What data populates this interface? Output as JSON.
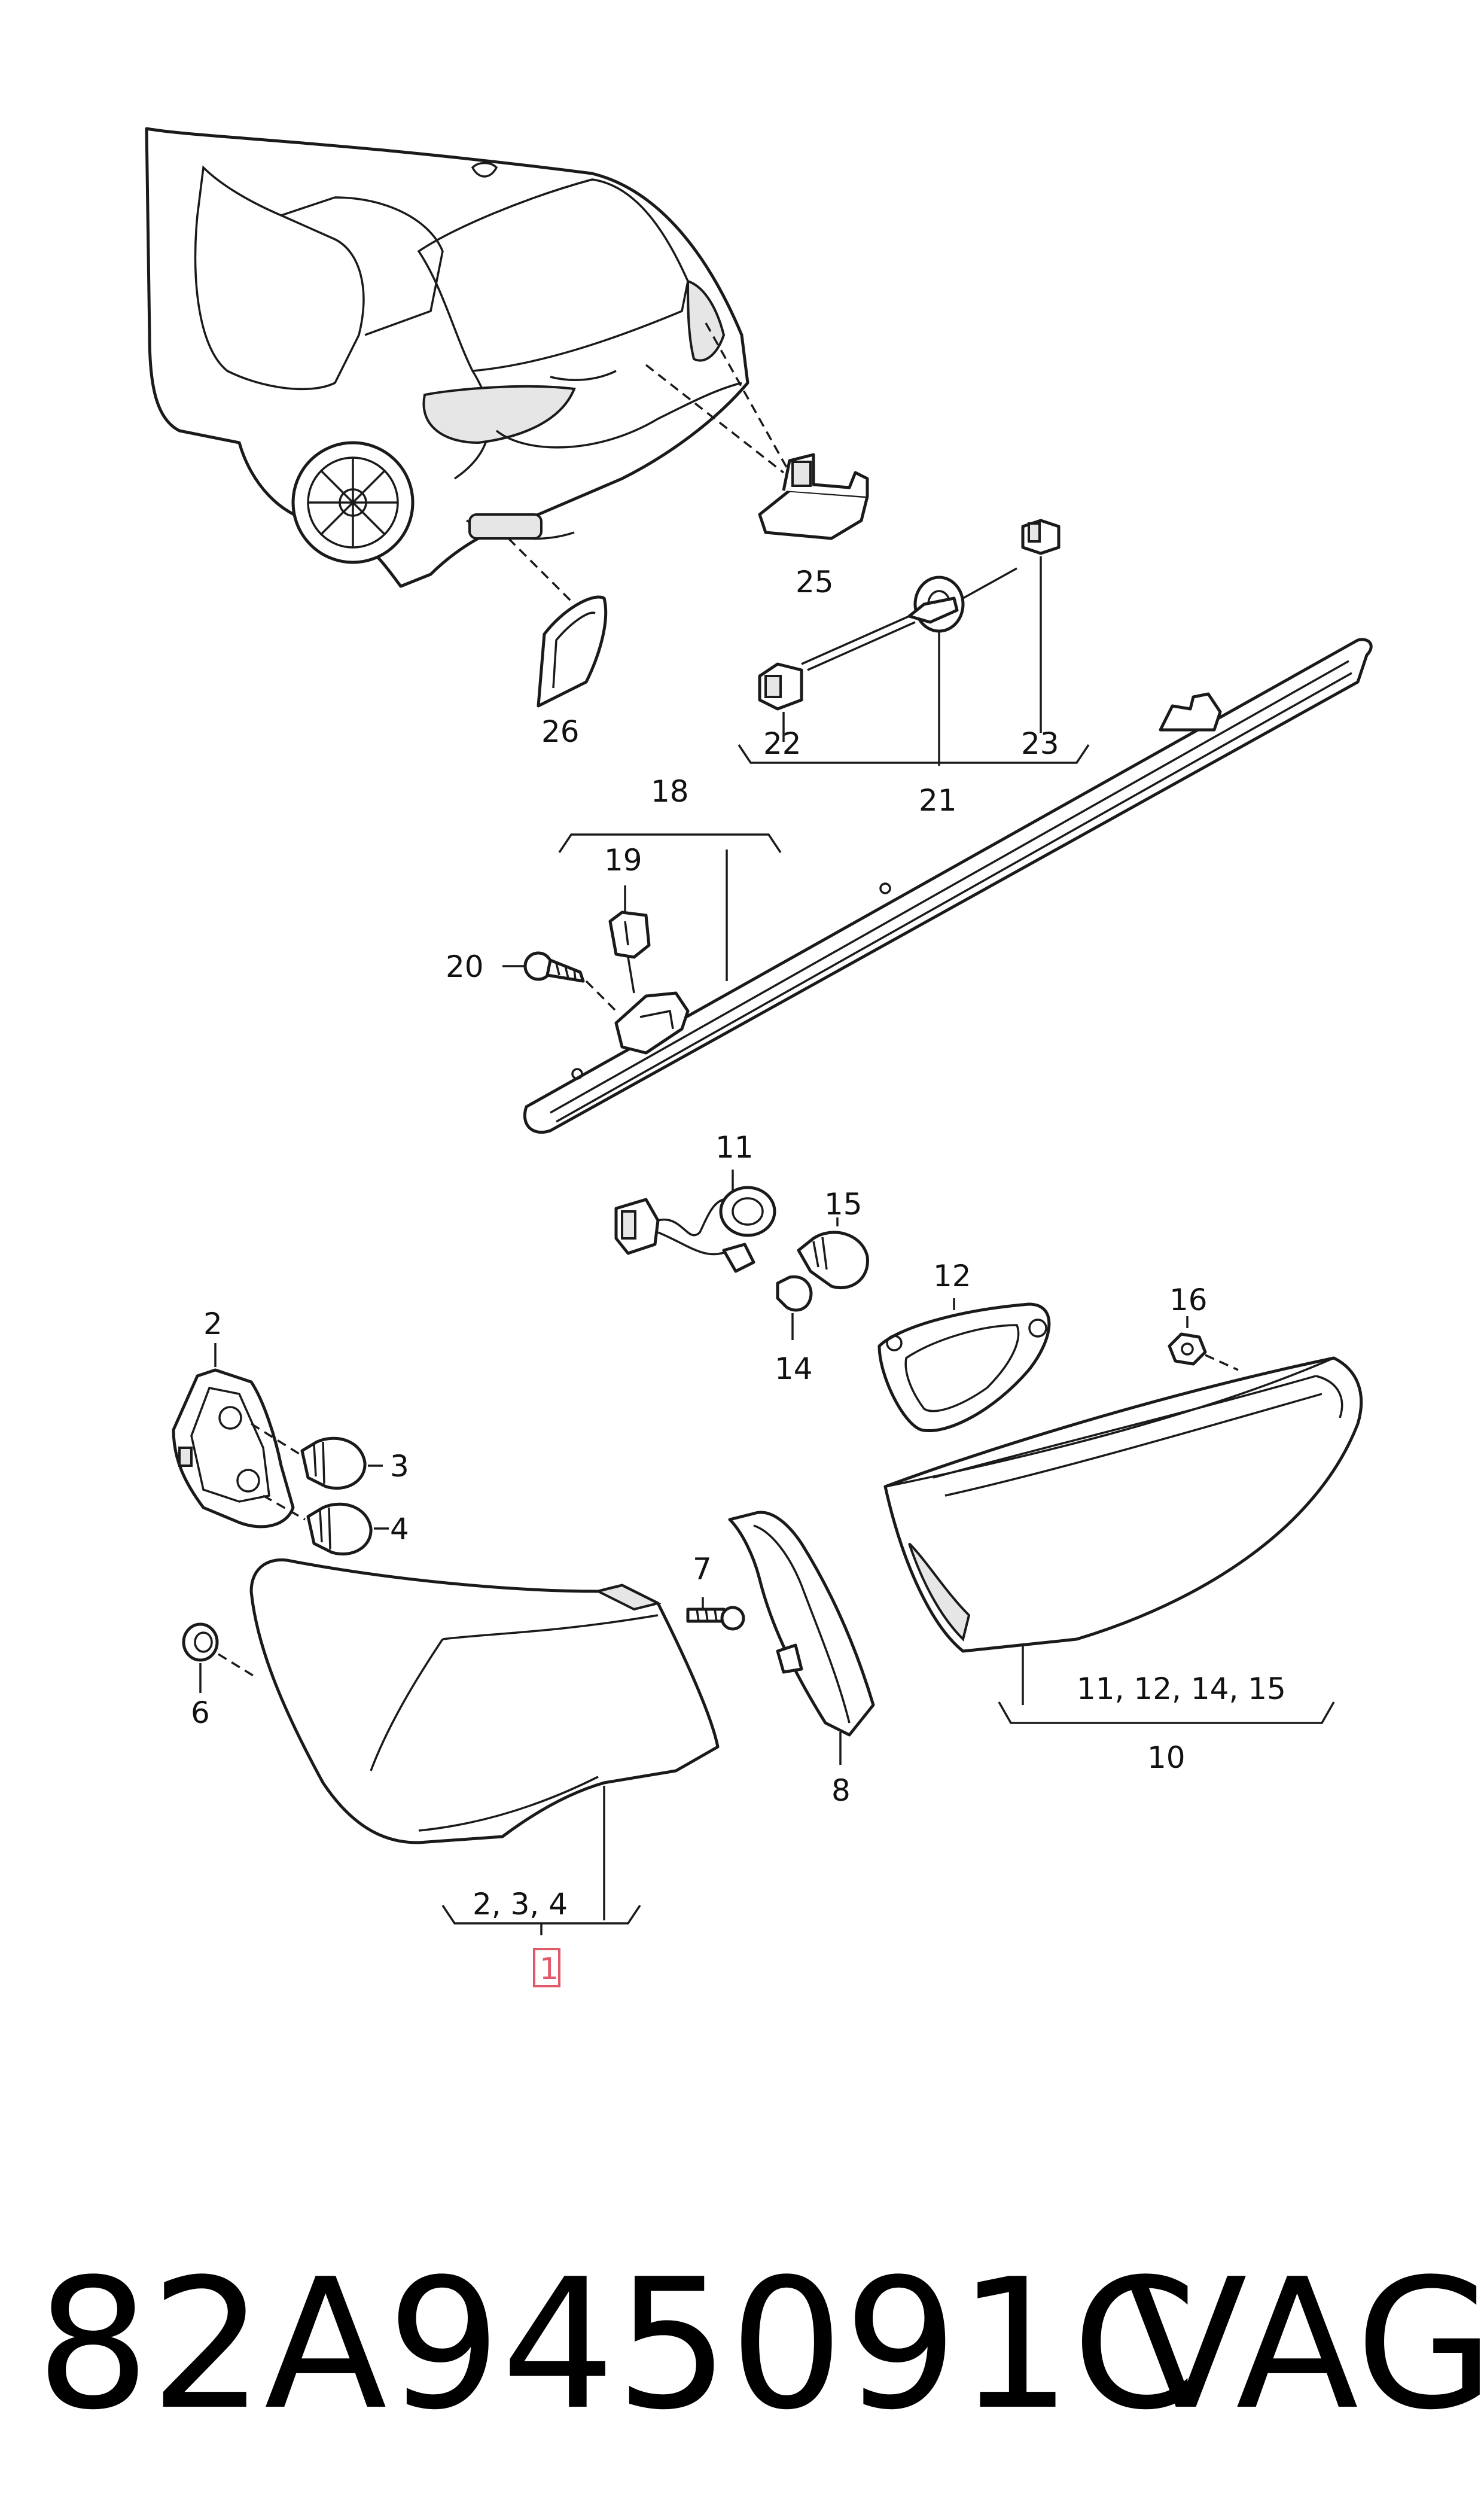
{
  "labels": {
    "p1": "1",
    "p2": "2",
    "p3": "3",
    "p4": "4",
    "p6": "6",
    "p7": "7",
    "p8": "8",
    "p10": "10",
    "p11": "11",
    "p12": "12",
    "p14": "14",
    "p15": "15",
    "p16": "16",
    "p18": "18",
    "p19": "19",
    "p20": "20",
    "p21": "21",
    "p22": "22",
    "p23": "23",
    "p25": "25",
    "p26": "26",
    "group_1": "2, 3, 4",
    "group_10": "11, 12, 14, 15"
  },
  "footer": {
    "part_number": "82A945091C",
    "brand": "VAG"
  },
  "colors": {
    "highlight": "#e05a6a",
    "line": "#1a1a1a"
  }
}
